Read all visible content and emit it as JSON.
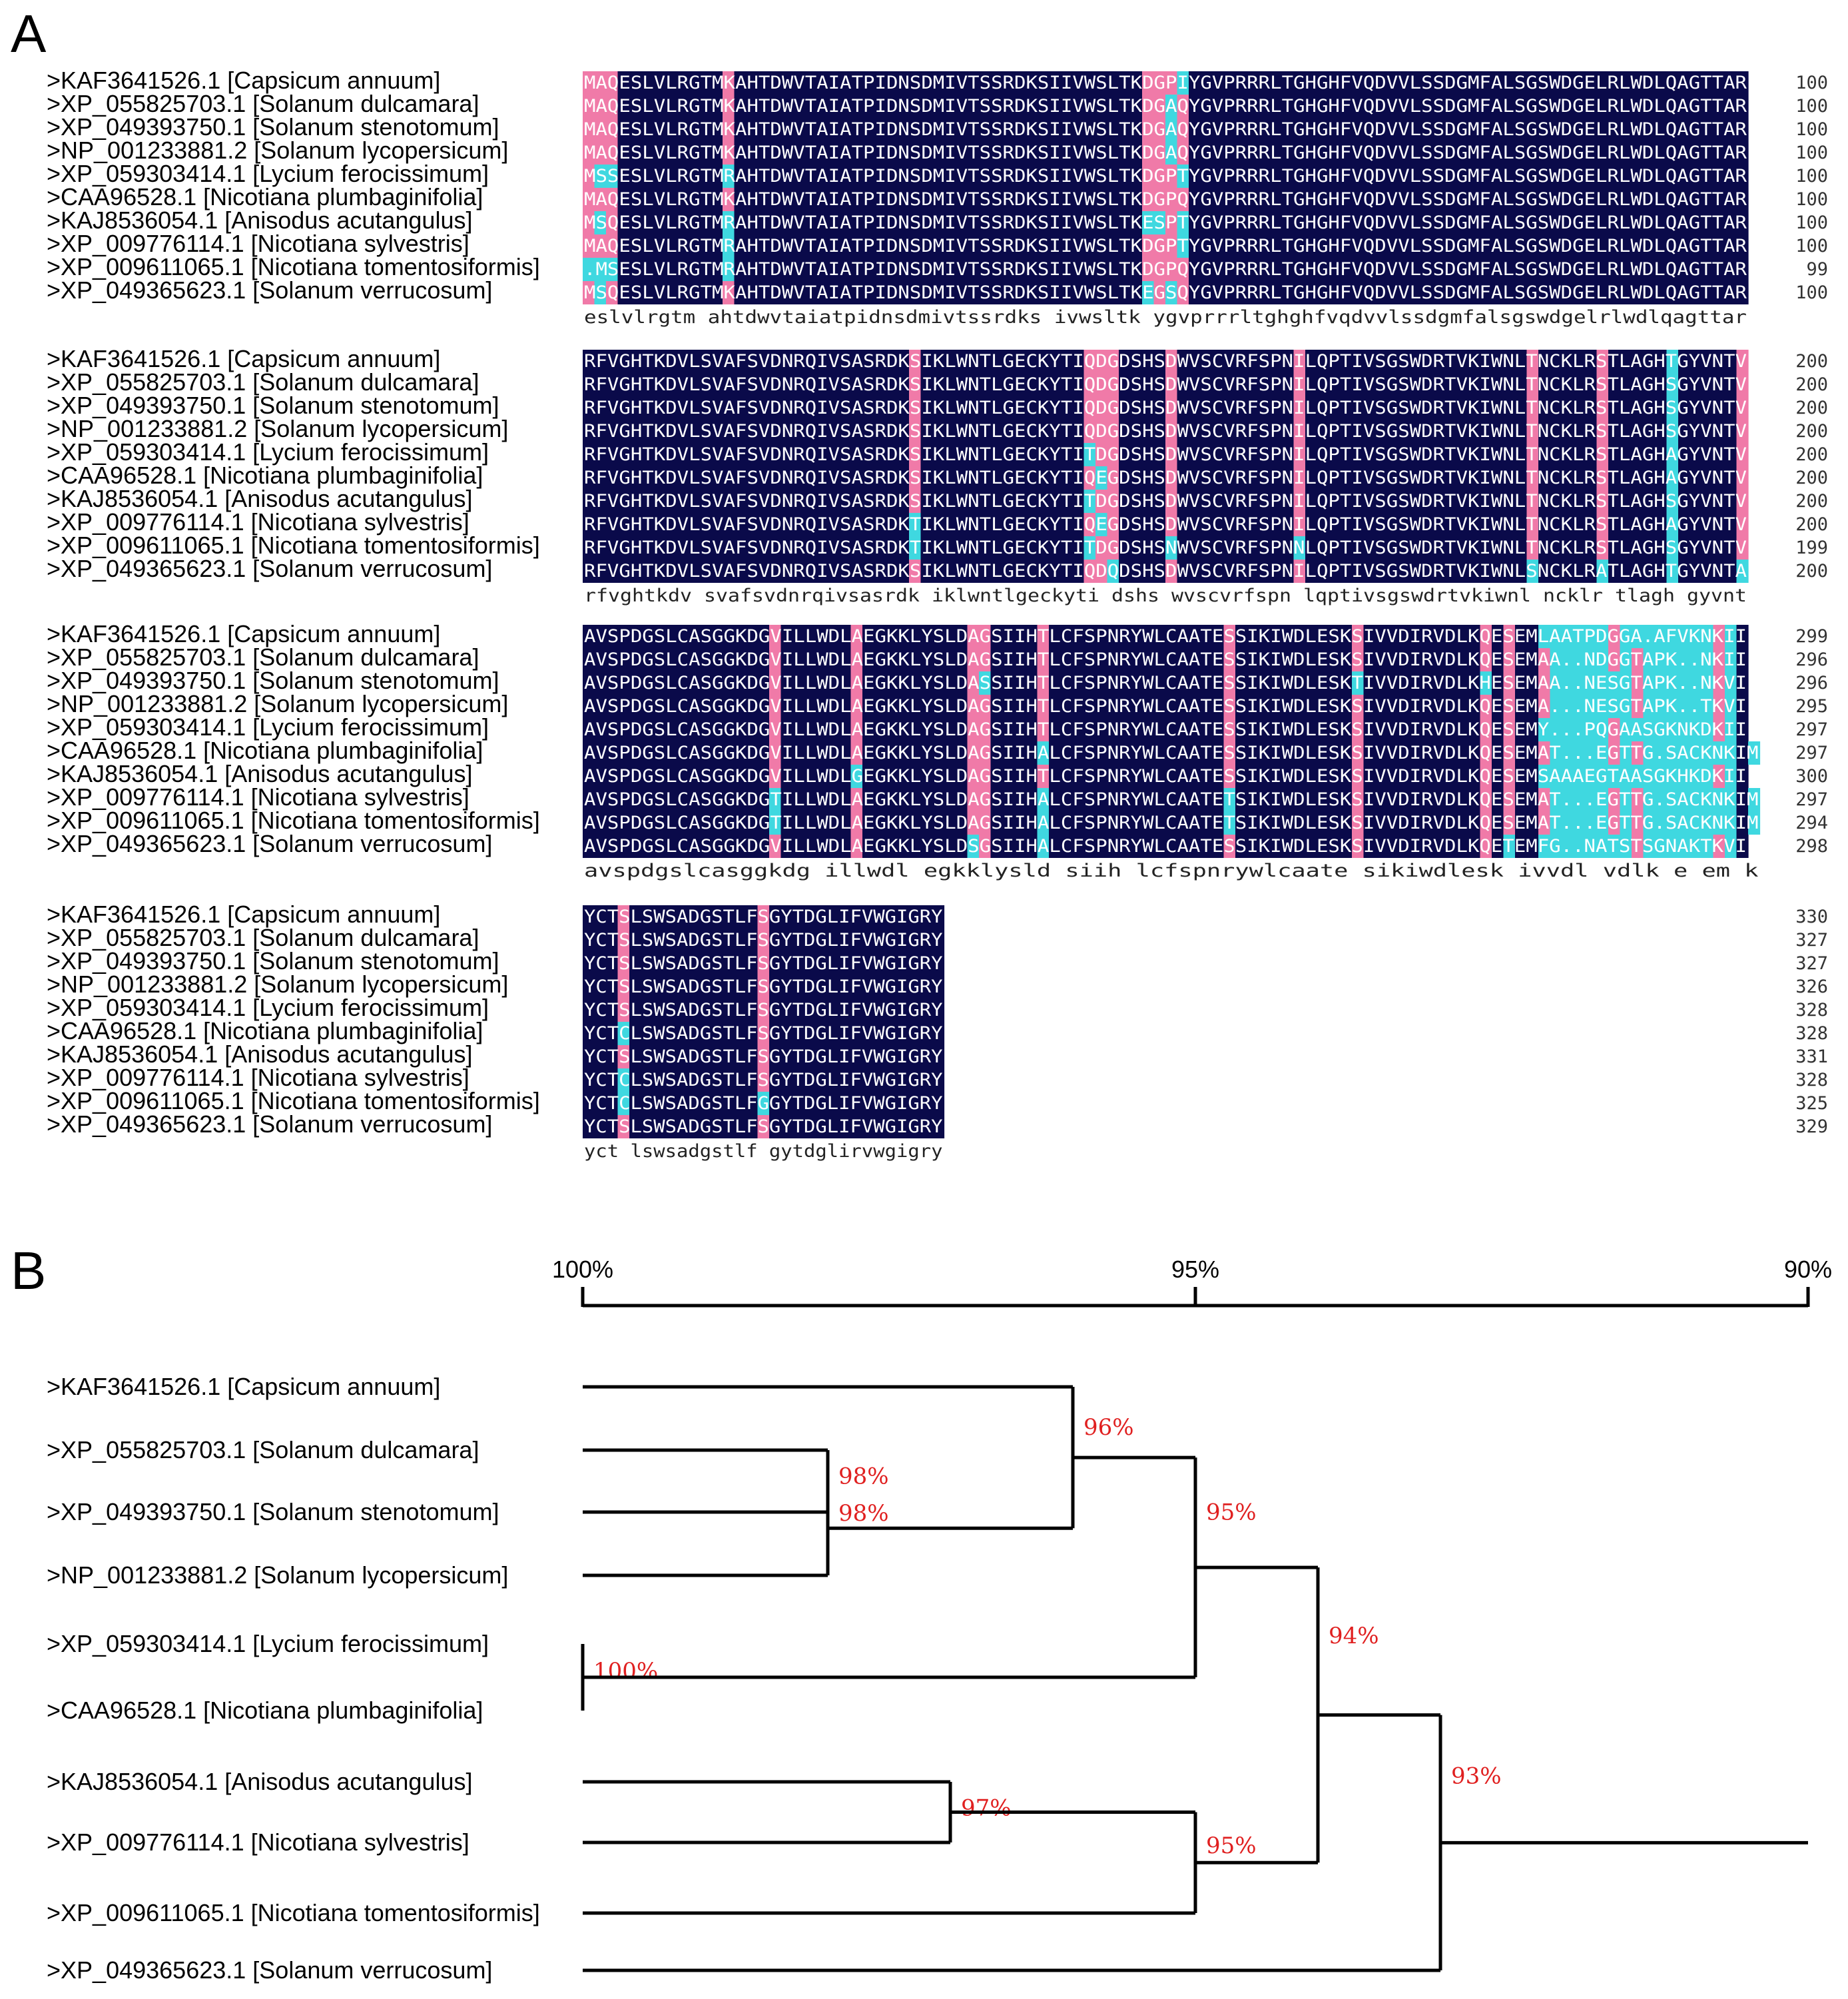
{
  "panels": {
    "a": "A",
    "b": "B"
  },
  "species": [
    ">KAF3641526.1 [Capsicum annuum]",
    ">XP_055825703.1 [Solanum dulcamara]",
    ">XP_049393750.1 [Solanum stenotomum]",
    ">NP_001233881.2  [Solanum lycopersicum]",
    ">XP_059303414.1  [Lycium ferocissimum]",
    ">CAA96528.1 [Nicotiana plumbaginifolia]",
    ">KAJ8536054.1 [Anisodus acutangulus]",
    ">XP_009776114.1  [Nicotiana sylvestris]",
    ">XP_009611065.1  [Nicotiana tomentosiformis]",
    ">XP_049365623.1  [Solanum verrucosum]"
  ],
  "colors": {
    "identical": "#0a0a4a",
    "high": "#f07aa8",
    "medium": "#3fd8e0",
    "text": "#ffffff",
    "tree_label": "#e02020"
  },
  "alignment": {
    "blocks": [
      {
        "width_chars": 66,
        "rows": [
          {
            "seq": "MAQESLVLRGTMKAHTDWVTAIATPIDNSDMIVTSSRDKSIIVWSLTKDGPIYGVPRRRLTGHGHFVQDVVLSSDGMFALSGSWDGELRLWDLQAGTTAR",
            "count": "100"
          },
          {
            "seq": "MAQESLVLRGTMKAHTDWVTAIATPIDNSDMIVTSSRDKSIIVWSLTKDGAQYGVPRRRLTGHGHFVQDVVLSSDGMFALSGSWDGELRLWDLQAGTTAR",
            "count": "100"
          },
          {
            "seq": "MAQESLVLRGTMKAHTDWVTAIATPIDNSDMIVTSSRDKSIIVWSLTKDGAQYGVPRRRLTGHGHFVQDVVLSSDGMFALSGSWDGELRLWDLQAGTTAR",
            "count": "100"
          },
          {
            "seq": "MAQESLVLRGTMKAHTDWVTAIATPIDNSDMIVTSSRDKSIIVWSLTKDGAQYGVPRRRLTGHGHFVQDVVLSSDGMFALSGSWDGELRLWDLQAGTTAR",
            "count": "100"
          },
          {
            "seq": "MSSESLVLRGTMRAHTDWVTAIATPIDNSDMIVTSSRDKSIIVWSLTKDGPTYGVPRRRLTGHGHFVQDVVLSSDGMFALSGSWDGELRLWDLQAGTTAR",
            "count": "100"
          },
          {
            "seq": "MAQESLVLRGTMKAHTDWVTAIATPIDNSDMIVTSSRDKSIIVWSLTKDGPQYGVPRRRLTGHGHFVQDVVLSSDGMFALSGSWDGELRLWDLQAGTTAR",
            "count": "100"
          },
          {
            "seq": "MSQESLVLRGTMRAHTDWVTAIATPIDNSDMIVTSSRDKSIIVWSLTKESPTYGVPRRRLTGHGHFVQDVVLSSDGMFALSGSWDGELRLWDLQAGTTAR",
            "count": "100"
          },
          {
            "seq": "MAQESLVLRGTMRAHTDWVTAIATPIDNSDMIVTSSRDKSIIVWSLTKDGPTYGVPRRRLTGHGHFVQDVVLSSDGMFALSGSWDGELRLWDLQAGTTAR",
            "count": "100"
          },
          {
            "seq": ".MSESLVLRGTMRAHTDWVTAIATPIDNSDMIVTSSRDKSIIVWSLTKDGPQYGVPRRRLTGHGHFVQDVVLSSDGMFALSGSWDGELRLWDLQAGTTAR",
            "count": "99"
          },
          {
            "seq": "MSQESLVLRGTMKAHTDWVTAIATPIDNSDMIVTSSRDKSIIVWSLTKEGSQYGVPRRRLTGHGHFVQDVVLSSDGMFALSGSWDGELRLWDLQAGTTAR",
            "count": "100"
          }
        ],
        "consensus": "   eslvlrgtm ahtdwvtaiatpidnsdmivtssrdks ivwsltk    ygvprrrltghghfvqdvvlssdgmfalsgswdgelrlwdlqagttar"
      },
      {
        "width_chars": 66,
        "rows": [
          {
            "seq": "RFVGHTKDVLSVAFSVDNRQIVSASRDKSIKLWNTLGECKYTIQDGDSHSDWVSCVRFSPNILQPTIVSGSWDRTVKIWNLTNCKLRSTLAGHTGYVNTV",
            "count": "200"
          },
          {
            "seq": "RFVGHTKDVLSVAFSVDNRQIVSASRDKSIKLWNTLGECKYTIQDGDSHSDWVSCVRFSPNILQPTIVSGSWDRTVKIWNLTNCKLRSTLAGHSGYVNTV",
            "count": "200"
          },
          {
            "seq": "RFVGHTKDVLSVAFSVDNRQIVSASRDKSIKLWNTLGECKYTIQDGDSHSDWVSCVRFSPNILQPTIVSGSWDRTVKIWNLTNCKLRSTLAGHSGYVNTV",
            "count": "200"
          },
          {
            "seq": "RFVGHTKDVLSVAFSVDNRQIVSASRDKSIKLWNTLGECKYTIQDGDSHSDWVSCVRFSPNILQPTIVSGSWDRTVKIWNLTNCKLRSTLAGHSGYVNTV",
            "count": "200"
          },
          {
            "seq": "RFVGHTKDVLSVAFSVDNRQIVSASRDKSIKLWNTLGECKYTITDGDSHSDWVSCVRFSPNILQPTIVSGSWDRTVKIWNLTNCKLRSTLAGHAGYVNTV",
            "count": "200"
          },
          {
            "seq": "RFVGHTKDVLSVAFSVDNRQIVSASRDKSIKLWNTLGECKYTIQEGDSHSDWVSCVRFSPNILQPTIVSGSWDRTVKIWNLTNCKLRSTLAGHAGYVNTV",
            "count": "200"
          },
          {
            "seq": "RFVGHTKDVLSVAFSVDNRQIVSASRDKSIKLWNTLGECKYTITDGDSHSDWVSCVRFSPNILQPTIVSGSWDRTVKIWNLTNCKLRSTLAGHSGYVNTV",
            "count": "200"
          },
          {
            "seq": "RFVGHTKDVLSVAFSVDNRQIVSASRDKTIKLWNTLGECKYTIQEGDSHSDWVSCVRFSPNILQPTIVSGSWDRTVKIWNLTNCKLRSTLAGHAGYVNTV",
            "count": "200"
          },
          {
            "seq": "RFVGHTKDVLSVAFSVDNRQIVSASRDKTIKLWNTLGECKYTITDGDSHSNWVSCVRFSPNNLQPTIVSGSWDRTVKIWNLTNCKLRSTLAGHSGYVNTV",
            "count": "199"
          },
          {
            "seq": "RFVGHTKDVLSVAFSVDNRQIVSASRDKSIKLWNTLGECKYTIQDQDSHSDWVSCVRFSPNILQPTIVSGSWDRTVKIWNLSNCKLRATLAGHTGYVNTA",
            "count": "200"
          }
        ],
        "consensus": "rfvghtkdv svafsvdnrqivsasrdk iklwntlgeckyti    dshs wvscvrfspn lqptivsgswdrtvkiwnl ncklr tlagh gyvnt"
      },
      {
        "width_chars": 66,
        "rows": [
          {
            "seq": "AVSPDGSLCASGGKDGVILLWDLAEGKKLYSLDAGSIIHTLCFSPNRYWLCAATESSIKIWDLESKSIVVDIRVDLKQESEMLAATPDGGA.AFVKNKII",
            "count": "299"
          },
          {
            "seq": "AVSPDGSLCASGGKDGVILLWDLAEGKKLYSLDAGSIIHTLCFSPNRYWLCAATESSIKIWDLESKSIVVDIRVDLKQESEMAA..NDGGTAPK..NKII",
            "count": "296"
          },
          {
            "seq": "AVSPDGSLCASGGKDGVILLWDLAEGKKLYSLDASSIIHTLCFSPNRYWLCAATESSIKIWDLESKTIVVDIRVDLKHESEMAA..NESGTAPK..NKVI",
            "count": "296"
          },
          {
            "seq": "AVSPDGSLCASGGKDGVILLWDLAEGKKLYSLDAGSIIHTLCFSPNRYWLCAATESSIKIWDLESKSIVVDIRVDLKQESEMA...NESGTAPK..TKVI",
            "count": "295"
          },
          {
            "seq": "AVSPDGSLCASGGKDGVILLWDLAEGKKLYSLDAGSIIHTLCFSPNRYWLCAATESSIKIWDLESKSIVVDIRVDLKQESEMY...PQGAASGKNKDKII",
            "count": "297"
          },
          {
            "seq": "AVSPDGSLCASGGKDGVILLWDLAEGKKLYSLDAGSIIHALCFSPNRYWLCAATESSIKIWDLESKSIVVDIRVDLKQESEMAT...EGTTG.SACKNKIM",
            "count": "297"
          },
          {
            "seq": "AVSPDGSLCASGGKDGVILLWDLGEGKKLYSLDAGSIIHTLCFSPNRYWLCAATESSIKIWDLESKSIVVDIRVDLKQESEMSAAAEGTAASGKHKDKII",
            "count": "300"
          },
          {
            "seq": "AVSPDGSLCASGGKDGTILLWDLAEGKKLYSLDAGSIIHALCFSPNRYWLCAATETSIKIWDLESKSIVVDIRVDLKQESEMAT...EGTTG.SACKNKIM",
            "count": "297"
          },
          {
            "seq": "AVSPDGSLCASGGKDGTILLWDLAEGKKLYSLDAGSIIHALCFSPNRYWLCAATETSIKIWDLESKSIVVDIRVDLKQESEMAT...EGTTG.SACKNKIM",
            "count": "294"
          },
          {
            "seq": "AVSPDGSLCASGGKDGVILLWDLAEGKKLYSLDSGSIIHALCFSPNRYWLCAATESSIKIWDLESKSIVVDIRVDLKQETEMFG..NATSTSGNAKTKVI",
            "count": "298"
          }
        ],
        "consensus": "avspdgslcasggkdg illwdl egkklysld  siih lcfspnrywlcaate sikiwdlesk ivvdl vdlk e em                k  "
      },
      {
        "width_chars": 30,
        "rows": [
          {
            "seq": "YCTSLSWSADGSTLFSGYTDGLIFVWGIGRY",
            "count": "330"
          },
          {
            "seq": "YCTSLSWSADGSTLFSGYTDGLIFVWGIGRY",
            "count": "327"
          },
          {
            "seq": "YCTSLSWSADGSTLFSGYTDGLIFVWGIGRY",
            "count": "327"
          },
          {
            "seq": "YCTSLSWSADGSTLFSGYTDGLIFVWGIGRY",
            "count": "326"
          },
          {
            "seq": "YCTSLSWSADGSTLFSGYTDGLIFVWGIGRY",
            "count": "328"
          },
          {
            "seq": "YCTCLSWSADGSTLFSGYTDGLIFVWGIGRY",
            "count": "328"
          },
          {
            "seq": "YCTSLSWSADGSTLFSGYTDGLIFVWGIGRY",
            "count": "331"
          },
          {
            "seq": "YCTCLSWSADGSTLFSGYTDGLIFVWGIGRY",
            "count": "328"
          },
          {
            "seq": "YCTCLSWSADGSTLFGGYTDGLIFVWGIGRY",
            "count": "325"
          },
          {
            "seq": "YCTSLSWSADGSTLFSGYTDGLIFVWGIGRY",
            "count": "329"
          }
        ],
        "consensus": "yct lswsadgstlf gytdglirvwgigry"
      }
    ]
  },
  "tree": {
    "scale_labels": [
      "100%",
      "95%",
      "90%"
    ],
    "scale_values": [
      100,
      95,
      90
    ],
    "scale_min": 90,
    "scale_max": 100,
    "leaf_order": [
      0,
      1,
      2,
      3,
      4,
      5,
      6,
      7,
      8,
      9
    ],
    "nodes": [
      {
        "id": "n1",
        "children": [
          1,
          2
        ],
        "identity": 98,
        "label": "98%"
      },
      {
        "id": "n2",
        "children": [
          "n1",
          3
        ],
        "identity": 98,
        "label": "98%"
      },
      {
        "id": "n3",
        "children": [
          0,
          "n2"
        ],
        "identity": 96,
        "label": "96%"
      },
      {
        "id": "n4",
        "children": [
          4,
          5
        ],
        "identity": 100,
        "label": "100%"
      },
      {
        "id": "n5",
        "children": [
          "n3",
          "n4"
        ],
        "identity": 95,
        "label": "95%"
      },
      {
        "id": "n6",
        "children": [
          6,
          7
        ],
        "identity": 97,
        "label": "97%"
      },
      {
        "id": "n7",
        "children": [
          "n6",
          8
        ],
        "identity": 95,
        "label": "95%"
      },
      {
        "id": "n8",
        "children": [
          "n5",
          "n7"
        ],
        "identity": 94,
        "label": "94%"
      },
      {
        "id": "n9",
        "children": [
          "n8",
          9
        ],
        "identity": 93,
        "label": "93%"
      }
    ],
    "root_extends_to": 90
  }
}
